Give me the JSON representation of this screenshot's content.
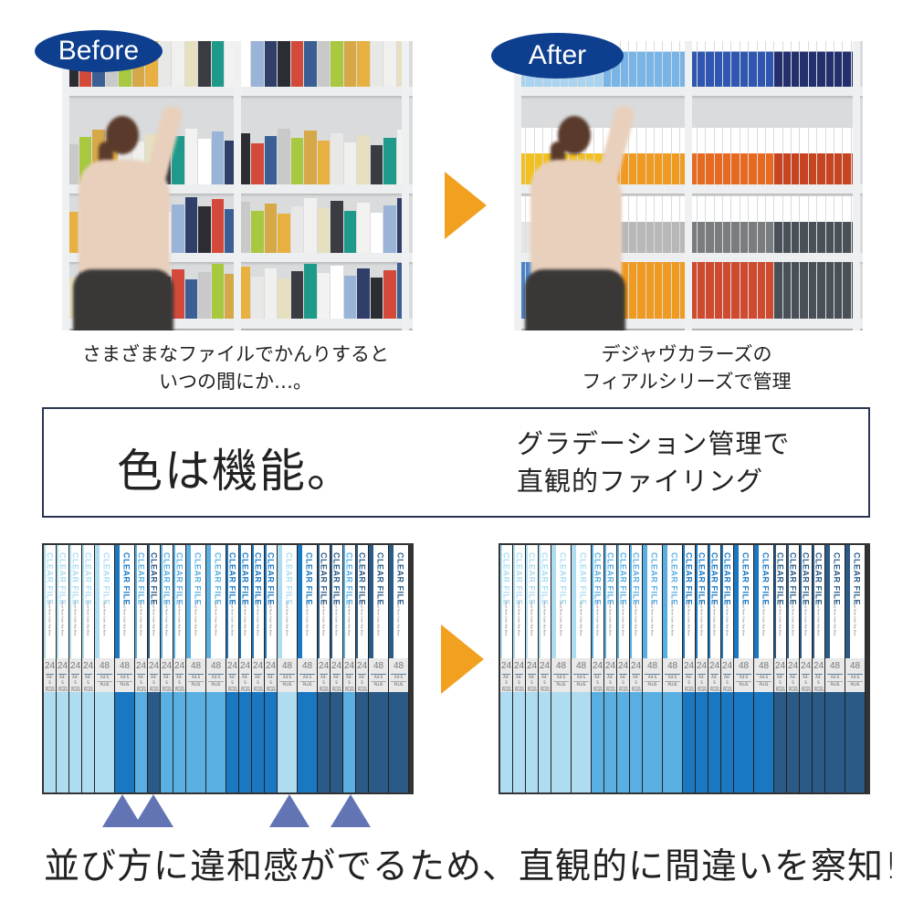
{
  "top": {
    "before_badge": "Before",
    "after_badge": "After",
    "before_caption": [
      "さまざまなファイルでかんりすると",
      "いつの間にか…。"
    ],
    "after_caption": [
      "デジャヴカラーズの",
      "フィアルシリーズで管理"
    ]
  },
  "headline": {
    "main": "色は機能。",
    "sub": [
      "グラデーション管理で",
      "直観的ファイリング"
    ]
  },
  "file_spine": {
    "title": "CLEAR FILE",
    "subtitle": "Dual Tone Color Sky Blue",
    "size": "A4-S",
    "brand": "PLUS"
  },
  "colors": {
    "c1": "#aedcf0",
    "c2": "#5aafe2",
    "c3": "#1a78c2",
    "c4": "#2a5a85",
    "accent_orange": "#f2a020",
    "badge_blue": "#0e3f8f",
    "marker": "#6374b4"
  },
  "before_files": [
    {
      "pockets": 24,
      "color": "c1"
    },
    {
      "pockets": 24,
      "color": "c1"
    },
    {
      "pockets": 24,
      "color": "c1"
    },
    {
      "pockets": 24,
      "color": "c1"
    },
    {
      "pockets": 48,
      "color": "c1"
    },
    {
      "pockets": 48,
      "color": "c3"
    },
    {
      "pockets": 24,
      "color": "c2"
    },
    {
      "pockets": 24,
      "color": "c4"
    },
    {
      "pockets": 24,
      "color": "c2"
    },
    {
      "pockets": 24,
      "color": "c2"
    },
    {
      "pockets": 48,
      "color": "c2"
    },
    {
      "pockets": 48,
      "color": "c2"
    },
    {
      "pockets": 24,
      "color": "c3"
    },
    {
      "pockets": 24,
      "color": "c3"
    },
    {
      "pockets": 24,
      "color": "c3"
    },
    {
      "pockets": 24,
      "color": "c3"
    },
    {
      "pockets": 48,
      "color": "c1"
    },
    {
      "pockets": 48,
      "color": "c3"
    },
    {
      "pockets": 24,
      "color": "c4"
    },
    {
      "pockets": 24,
      "color": "c4"
    },
    {
      "pockets": 24,
      "color": "c2"
    },
    {
      "pockets": 24,
      "color": "c4"
    },
    {
      "pockets": 48,
      "color": "c4"
    },
    {
      "pockets": 48,
      "color": "c4"
    }
  ],
  "after_files": [
    {
      "pockets": 24,
      "color": "c1"
    },
    {
      "pockets": 24,
      "color": "c1"
    },
    {
      "pockets": 24,
      "color": "c1"
    },
    {
      "pockets": 24,
      "color": "c1"
    },
    {
      "pockets": 48,
      "color": "c1"
    },
    {
      "pockets": 48,
      "color": "c1"
    },
    {
      "pockets": 24,
      "color": "c2"
    },
    {
      "pockets": 24,
      "color": "c2"
    },
    {
      "pockets": 24,
      "color": "c2"
    },
    {
      "pockets": 24,
      "color": "c2"
    },
    {
      "pockets": 48,
      "color": "c2"
    },
    {
      "pockets": 48,
      "color": "c2"
    },
    {
      "pockets": 24,
      "color": "c3"
    },
    {
      "pockets": 24,
      "color": "c3"
    },
    {
      "pockets": 24,
      "color": "c3"
    },
    {
      "pockets": 24,
      "color": "c3"
    },
    {
      "pockets": 48,
      "color": "c3"
    },
    {
      "pockets": 48,
      "color": "c3"
    },
    {
      "pockets": 24,
      "color": "c4"
    },
    {
      "pockets": 24,
      "color": "c4"
    },
    {
      "pockets": 24,
      "color": "c4"
    },
    {
      "pockets": 24,
      "color": "c4"
    },
    {
      "pockets": 48,
      "color": "c4"
    },
    {
      "pockets": 48,
      "color": "c4"
    }
  ],
  "before_shelf_colors": [
    "#2b2d33",
    "#e8e8e6",
    "#9ab4d8",
    "#d6a848",
    "#f2f2f0",
    "#c9c9c9",
    "#3a3c42",
    "#d44a3a",
    "#f0f0ee",
    "#2f3f6a",
    "#e8b040",
    "#ffffff",
    "#a8c840",
    "#1f9a8a",
    "#3b5f95",
    "#e6e0c0"
  ],
  "after_shelf_colors": [
    [
      "#a9d3ee",
      "#78b4e6",
      "#2f56b0",
      "#24306e"
    ],
    [
      "#f2c020",
      "#f09a20",
      "#e86a20",
      "#c84420"
    ],
    [
      "#e6e6e6",
      "#b8b8b8",
      "#7a7d80",
      "#4a5058"
    ],
    [
      "#4a84c8",
      "#f09a20",
      "#d04a30",
      "#4a5058"
    ]
  ],
  "bottom_message": "並び方に違和感がでるため、直観的に間違いを察知!"
}
